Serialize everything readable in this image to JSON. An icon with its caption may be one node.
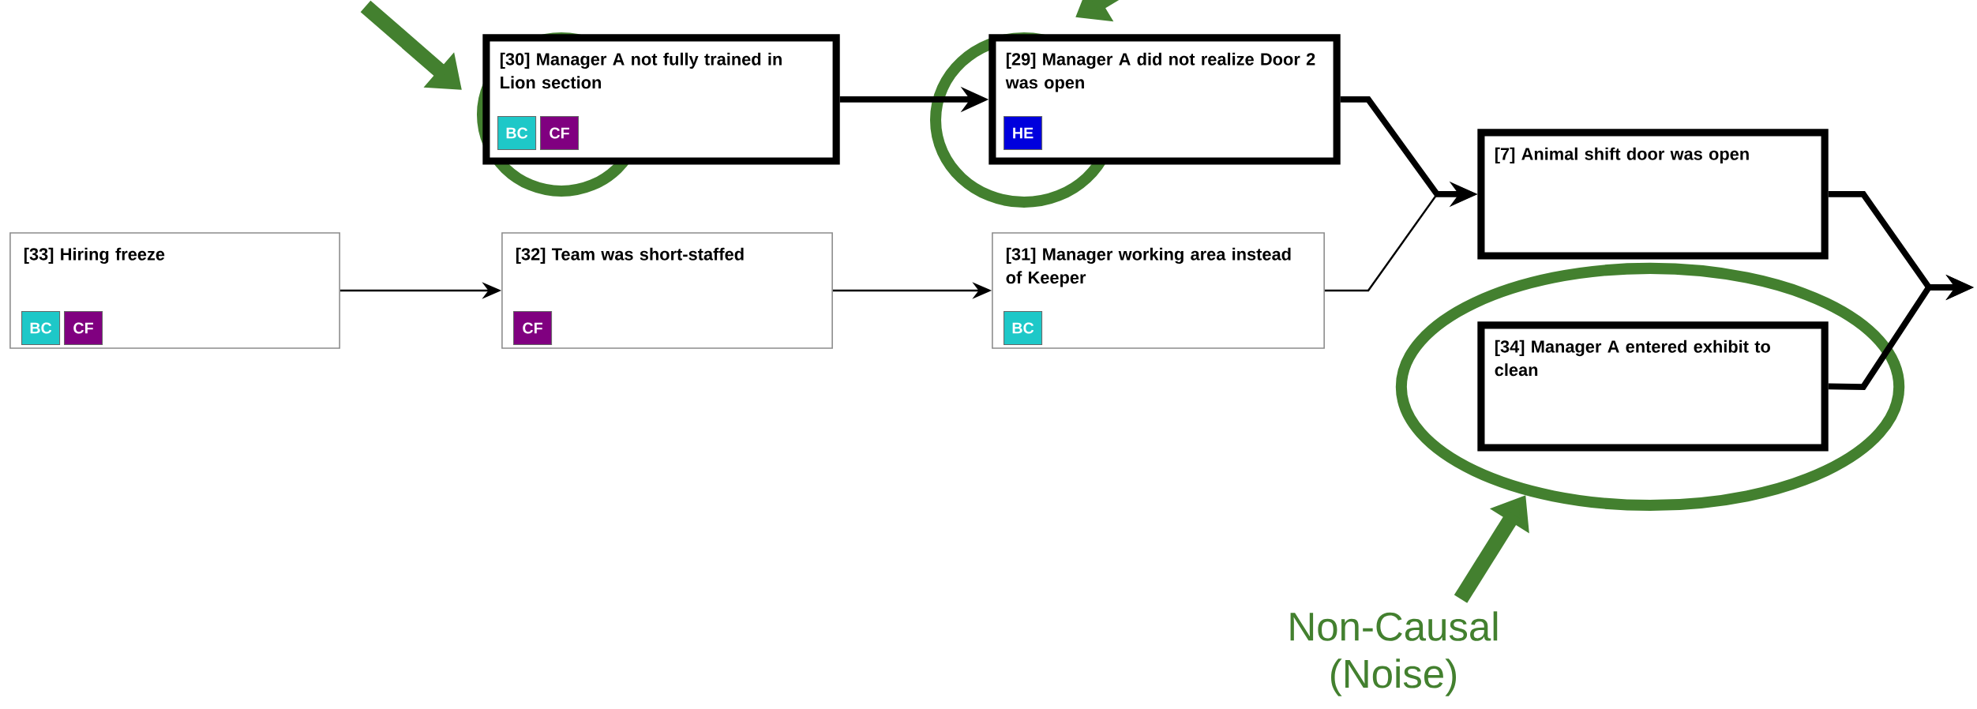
{
  "diagram": {
    "nodes": [
      {
        "text": [
          "[30] Manager A not fully trained in Lion section",
          "BC",
          "CF"
        ]
      },
      {
        "text": [
          "[29] Manager A did not realize Door 2 was open",
          "HE"
        ]
      },
      {
        "text": [
          "[7]  Animal shift door was open"
        ]
      },
      {
        "text": [
          "[33] Hiring freeze",
          "BC",
          "CF"
        ]
      },
      {
        "text": [
          "[32] Team was short-staffed",
          "CF"
        ]
      },
      {
        "text": [
          "[31] Manager working area instead of Keeper",
          "BC"
        ]
      },
      {
        "text": [],
        "shape": "ellipse"
      },
      {
        "text": [
          "[34] Manager A entered exhibit to clean"
        ],
        "in": 6
      },
      {
        "text": [
          "Non-Causal (Noise)"
        ]
      }
    ],
    "edges": [
      {
        "from": 0,
        "to": 1,
        "arrow": "to"
      },
      {
        "from": 3,
        "to": 4,
        "arrow": "to"
      },
      {
        "from": 4,
        "to": 5,
        "arrow": "to"
      },
      {
        "from": 1,
        "to": 2,
        "arrow": "to"
      },
      {
        "from": 5,
        "to": 2,
        "arrow": "to"
      },
      {
        "from": 2,
        "to": null,
        "arrow": "to"
      },
      {
        "from": 7,
        "to": null,
        "arrow": "to"
      },
      {
        "from": 8,
        "to": 6,
        "arrow": "to",
        "style": "thick",
        "color": "#43802f"
      }
    ]
  }
}
